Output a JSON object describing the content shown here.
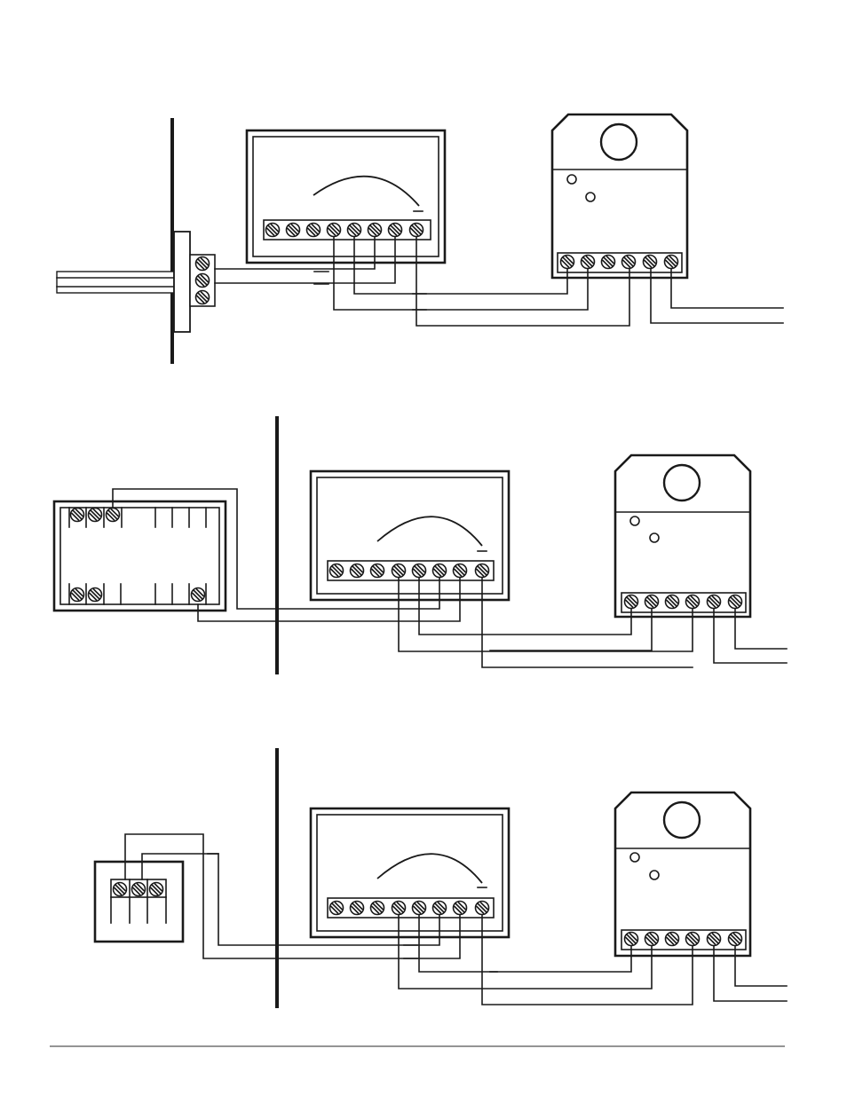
{
  "diagram": {
    "panels": [
      {
        "id": "top",
        "sensor_type": "duct-probe-sensor",
        "meter_terminals": 8,
        "actuator_terminals": 6
      },
      {
        "id": "middle",
        "sensor_type": "room-sensor-with-terminal-strip",
        "meter_terminals": 8,
        "actuator_terminals": 6
      },
      {
        "id": "bottom",
        "sensor_type": "three-screw-terminal-block",
        "meter_terminals": 8,
        "actuator_terminals": 6
      }
    ],
    "colors": {
      "ink": "#1a1a1a",
      "paper": "#ffffff",
      "rule": "#555555"
    }
  }
}
